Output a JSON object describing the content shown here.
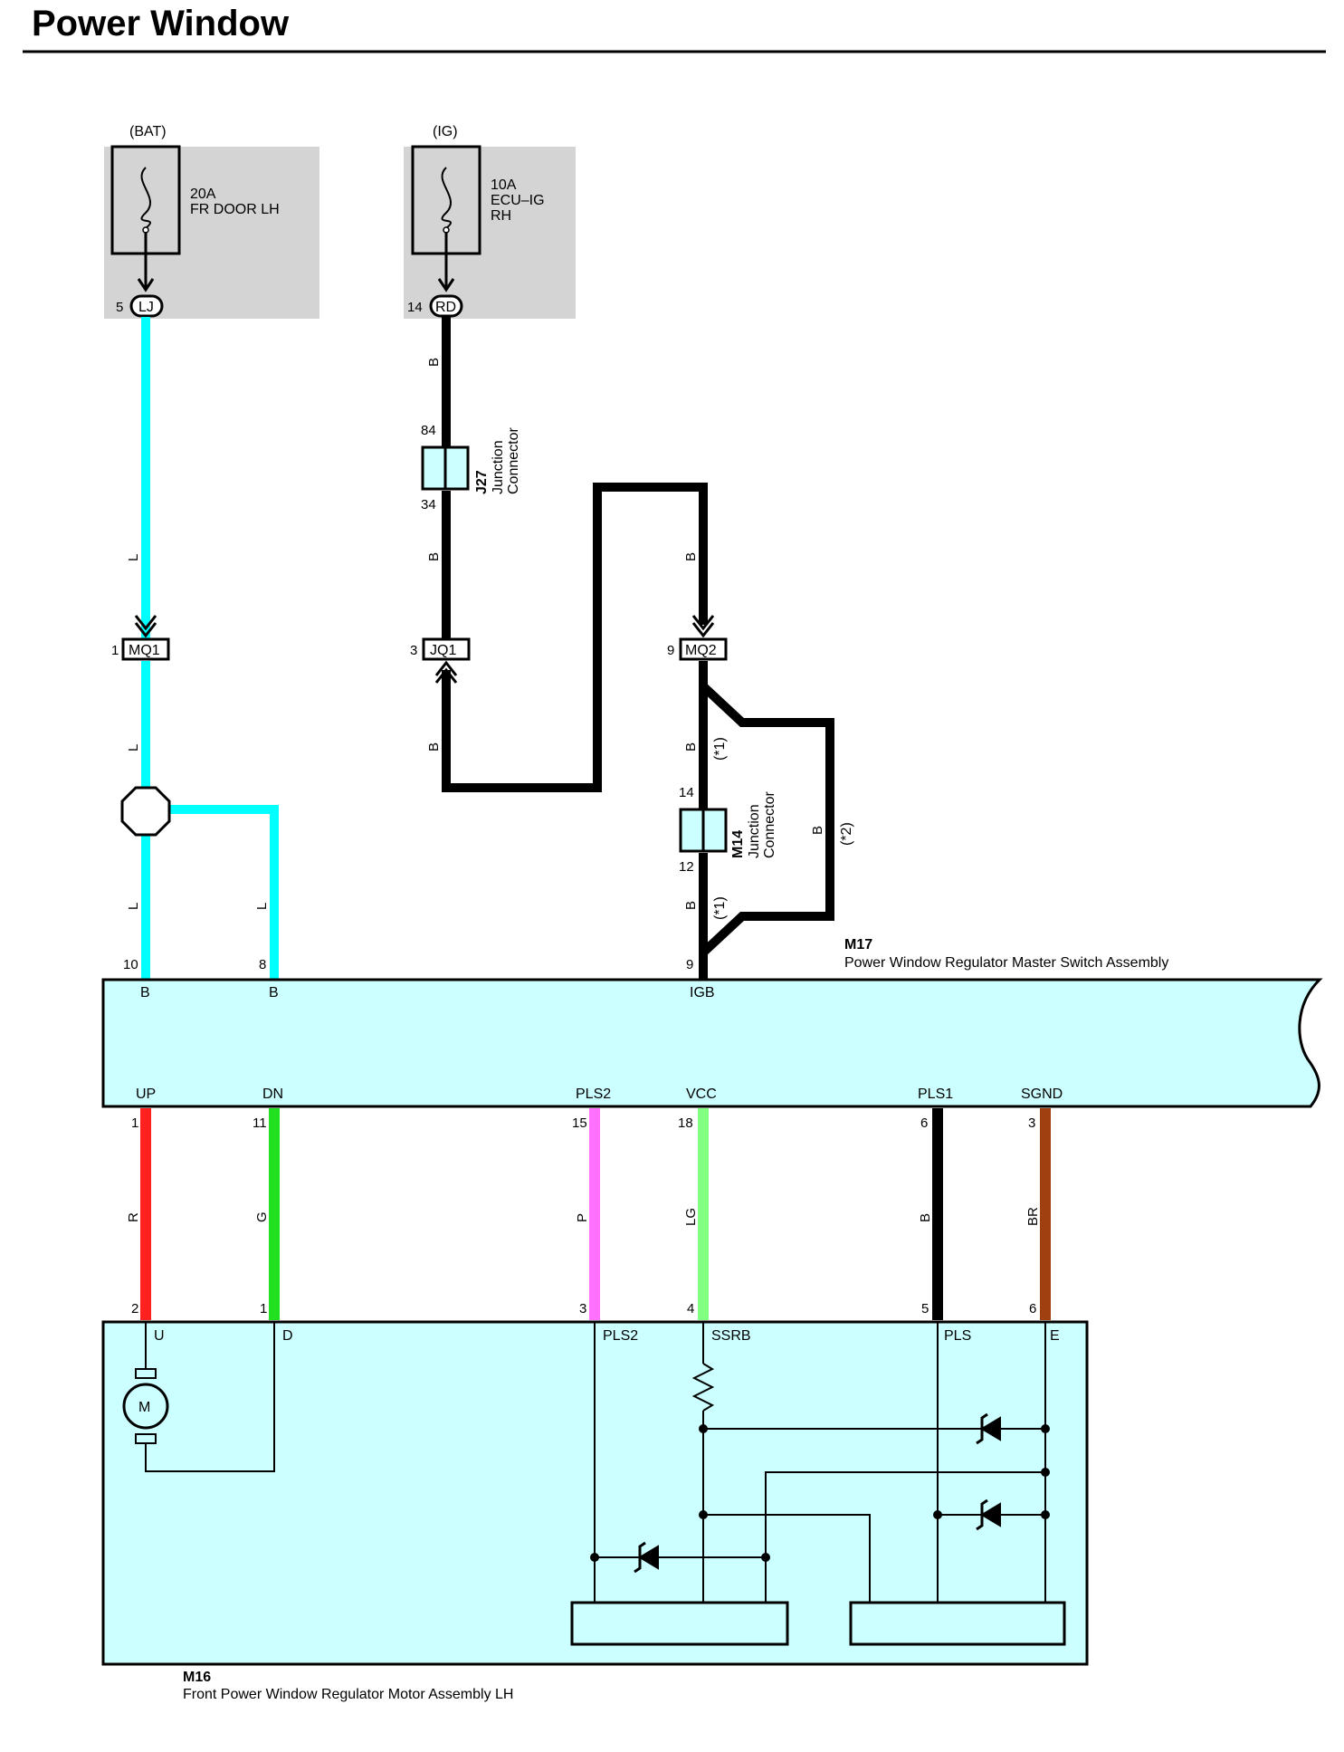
{
  "title": "Power Window",
  "colors": {
    "L": "#00ffff",
    "B": "#000000",
    "R": "#ff2020",
    "G": "#20e020",
    "P": "#ff70ff",
    "LG": "#80ff80",
    "BR": "#a04010",
    "box_fill": "#ccffff",
    "fuse_bg": "#d4d4d4"
  },
  "fuses": {
    "bat": {
      "source": "(BAT)",
      "amp": "20A",
      "name": "FR DOOR LH",
      "pin": "5",
      "connector": "LJ"
    },
    "ig": {
      "source": "(IG)",
      "amp": "10A",
      "name_line1": "ECU–IG",
      "name_line2": "RH",
      "pin": "14",
      "connector": "RD"
    }
  },
  "j27": {
    "code": "J27",
    "line1": "Junction",
    "line2": "Connector",
    "pin_top": "84",
    "pin_bottom": "34"
  },
  "m14": {
    "code": "M14",
    "line1": "Junction",
    "line2": "Connector",
    "pin_top": "14",
    "pin_bottom": "12",
    "note1": "(*1)",
    "note2": "(*2)"
  },
  "connectors": {
    "mq1": {
      "pin": "1",
      "name": "MQ1"
    },
    "jq1": {
      "pin": "3",
      "name": "JQ1"
    },
    "mq2": {
      "pin": "9",
      "name": "MQ2"
    }
  },
  "wire_labels": {
    "L": "L",
    "B": "B",
    "R": "R",
    "G": "G",
    "P": "P",
    "LG": "LG",
    "BR": "BR"
  },
  "m17": {
    "code": "M17",
    "name": "Power Window Regulator Master Switch Assembly",
    "top_pins": [
      {
        "num": "10",
        "term": "B"
      },
      {
        "num": "8",
        "term": "B"
      },
      {
        "num": "9",
        "term": "IGB"
      }
    ],
    "bottom_pins": [
      {
        "num": "1",
        "term": "UP"
      },
      {
        "num": "11",
        "term": "DN"
      },
      {
        "num": "15",
        "term": "PLS2"
      },
      {
        "num": "18",
        "term": "VCC"
      },
      {
        "num": "6",
        "term": "PLS1"
      },
      {
        "num": "3",
        "term": "SGND"
      }
    ]
  },
  "m16": {
    "code": "M16",
    "name": "Front Power Window Regulator Motor Assembly LH",
    "pins": [
      {
        "num": "2",
        "term": "U"
      },
      {
        "num": "1",
        "term": "D"
      },
      {
        "num": "3",
        "term": "PLS2"
      },
      {
        "num": "4",
        "term": "SSRB"
      },
      {
        "num": "5",
        "term": "PLS"
      },
      {
        "num": "6",
        "term": "E"
      }
    ],
    "motor_label": "M"
  }
}
